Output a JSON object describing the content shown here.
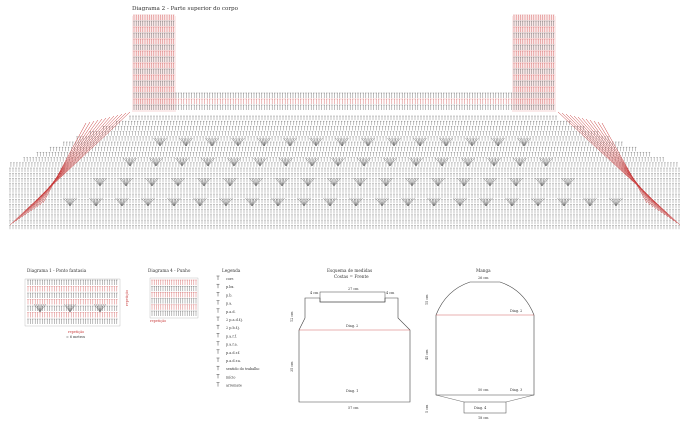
{
  "diagram2": {
    "title": "Diagrama 2 - Parte superior do corpo"
  },
  "diagram1": {
    "title": "Diagrama 1 - Ponto fantasia",
    "repeat_label": "repetição",
    "multiple_label": "= 6 metros"
  },
  "diagram4": {
    "title": "Diagrama 4 - Punho",
    "repeat_label": "repetição"
  },
  "legend": {
    "title": "Legenda",
    "items": [
      {
        "icon": "chain-icon",
        "label": "corr."
      },
      {
        "icon": "slip-stitch-icon",
        "label": "p.bx."
      },
      {
        "icon": "sc-icon",
        "label": "p.b."
      },
      {
        "icon": "hdc-icon",
        "label": "p.a."
      },
      {
        "icon": "dc-icon",
        "label": "p.a.d."
      },
      {
        "icon": "dc2tog-icon",
        "label": "2 p.a.d.f.j."
      },
      {
        "icon": "sc2tog-icon",
        "label": "2 p.b.f.j."
      },
      {
        "icon": "fpdc-icon",
        "label": "p.a.r.f."
      },
      {
        "icon": "bpdc-icon",
        "label": "p.a.r.a."
      },
      {
        "icon": "fptr-icon",
        "label": "p.a.d.r.f."
      },
      {
        "icon": "bptr-icon",
        "label": "p.a.d.r.a."
      },
      {
        "icon": "direction-icon",
        "label": "sentido do trabalho"
      },
      {
        "icon": "start-icon",
        "label": "início"
      },
      {
        "icon": "finish-icon",
        "label": "arremate"
      }
    ]
  },
  "schema": {
    "title": "Esquema de medidas",
    "subtitle": "Costas = Frente",
    "top_left": "4 cm",
    "top_mid": "27 cm",
    "top_right": "4 cm",
    "left_upper": "12 cm",
    "left_lower": "35 cm",
    "bottom": "57 cm",
    "diag_upper": "Diag. 2",
    "diag_lower": "Diag. 1"
  },
  "sleeve": {
    "title": "Manga",
    "top": "26 cm",
    "left_upper": "15 cm",
    "left_mid": "45 cm",
    "left_lower": "5 cm",
    "mid_width": "50 cm",
    "bottom": "18 cm",
    "diag_upper": "Diag. 2",
    "diag_mid": "Diag. 3",
    "diag_cuff": "Diag. 4"
  }
}
